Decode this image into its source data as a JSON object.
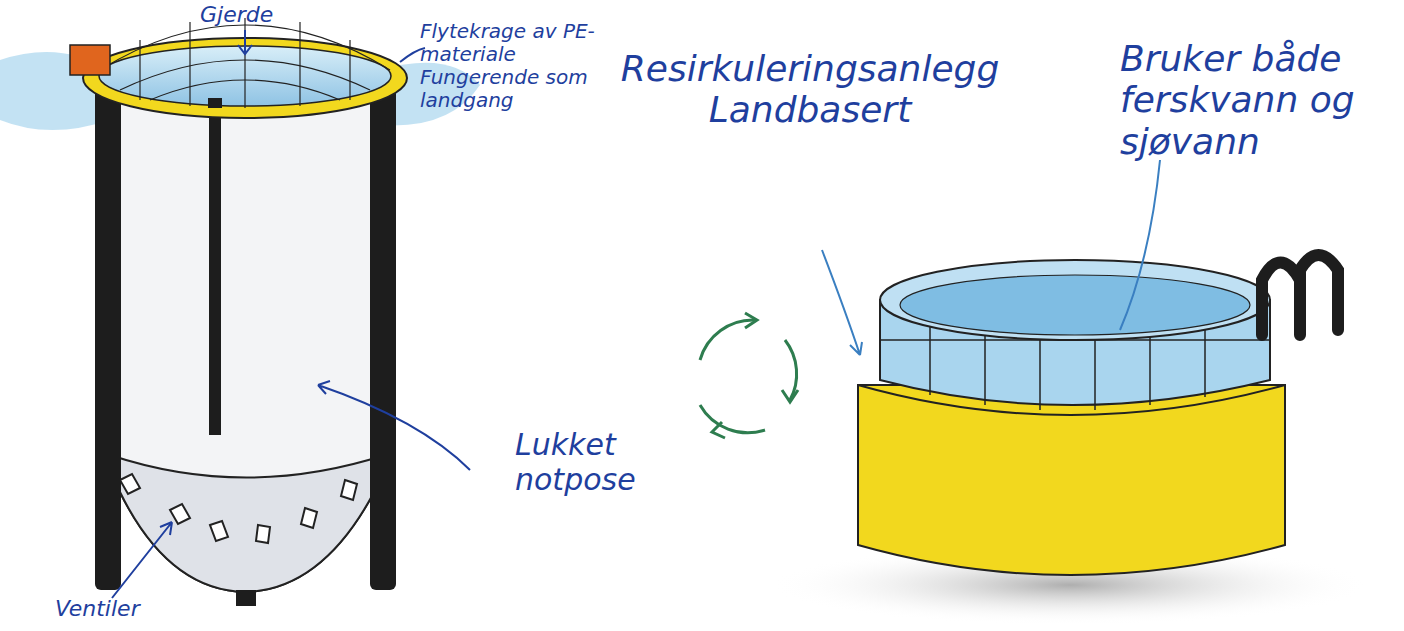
{
  "diagram": {
    "labels": [
      "Gjerde",
      "Flytekrage av PE-materiale Fungerende som landgang",
      "Lukket notpose",
      "Ventiler",
      "Resirkuleringsanlegg Landbasert",
      "Bruker både ferskvann og sjøvann"
    ]
  }
}
